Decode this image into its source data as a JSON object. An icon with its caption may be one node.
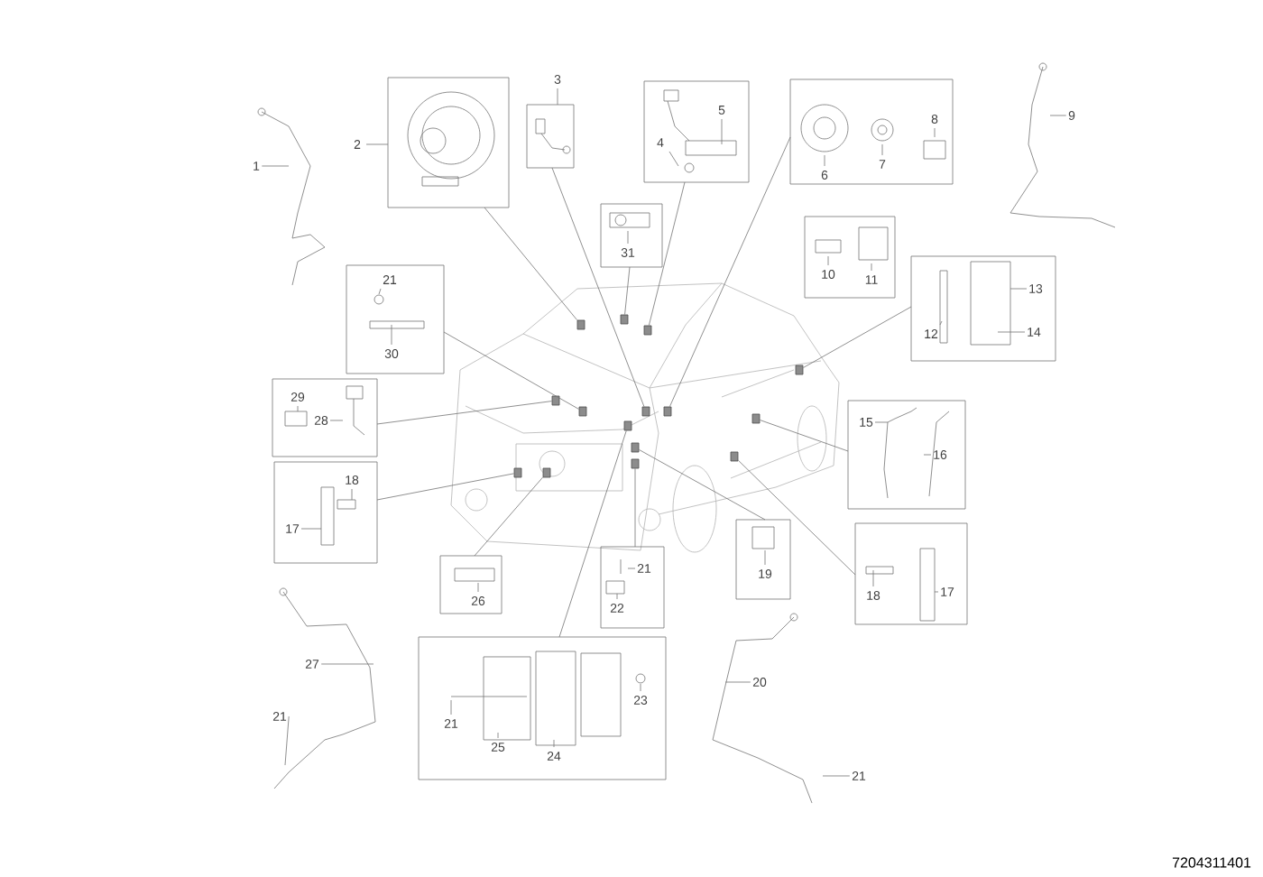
{
  "diagram": {
    "nodes": [
      {
        "text": [
          "1"
        ]
      },
      {
        "text": [
          "2"
        ]
      },
      {
        "text": [
          "3"
        ]
      },
      {
        "text": [
          "5",
          "4"
        ]
      },
      {
        "text": [
          "8",
          "6",
          "7"
        ]
      },
      {
        "text": [
          "9"
        ]
      },
      {
        "text": [
          "31"
        ]
      },
      {
        "text": [
          "21",
          "30"
        ]
      },
      {
        "text": [
          "10",
          "11"
        ]
      },
      {
        "text": [
          "13",
          "12",
          "14"
        ]
      },
      {
        "text": [
          "29",
          "28"
        ]
      },
      {
        "text": [
          "18",
          "17"
        ]
      },
      {
        "text": [
          "15",
          "16"
        ]
      },
      {
        "text": [
          "26"
        ]
      },
      {
        "text": [
          "21",
          "22"
        ]
      },
      {
        "text": [
          "19"
        ]
      },
      {
        "text": [
          "18",
          "17"
        ]
      },
      {
        "text": [
          "27"
        ]
      },
      {
        "text": [
          "23",
          "21",
          "25",
          "24"
        ]
      },
      {
        "text": [
          "20"
        ]
      },
      {
        "text": [
          "21"
        ]
      },
      {
        "text": [
          "21"
        ]
      },
      {
        "text": [],
        "shape": "box"
      },
      {
        "text": [],
        "shape": "box"
      },
      {
        "text": [],
        "shape": "box"
      },
      {
        "text": [],
        "shape": "box"
      },
      {
        "text": [],
        "shape": "box"
      },
      {
        "text": [],
        "shape": "box"
      },
      {
        "text": [],
        "shape": "box"
      },
      {
        "text": [],
        "shape": "box"
      },
      {
        "text": [],
        "shape": "box"
      },
      {
        "text": [],
        "shape": "box"
      },
      {
        "text": [],
        "shape": "box"
      },
      {
        "text": [],
        "shape": "box"
      },
      {
        "text": [],
        "shape": "box"
      },
      {
        "text": [],
        "shape": "box"
      },
      {
        "text": [],
        "shape": "box"
      }
    ],
    "edges": [
      {
        "from": 0,
        "to": null,
        "arrow": "none"
      },
      {
        "from": 1,
        "to": 25,
        "arrow": "none"
      },
      {
        "from": 2,
        "to": 31,
        "arrow": "none"
      },
      {
        "from": 3,
        "to": 32,
        "arrow": "none"
      },
      {
        "from": 4,
        "to": 33,
        "arrow": "none"
      },
      {
        "from": 5,
        "to": null,
        "arrow": "none"
      },
      {
        "from": 6,
        "to": 27,
        "arrow": "none"
      },
      {
        "from": 7,
        "to": 26,
        "arrow": "none"
      },
      {
        "from": 9,
        "to": 36,
        "arrow": "none"
      },
      {
        "from": 10,
        "to": 24,
        "arrow": "none"
      },
      {
        "from": 11,
        "to": 22,
        "arrow": "none"
      },
      {
        "from": 12,
        "to": 35,
        "arrow": "none"
      },
      {
        "from": 13,
        "to": 23,
        "arrow": "none"
      },
      {
        "from": 14,
        "to": 30,
        "arrow": "none"
      },
      {
        "from": 15,
        "to": 29,
        "arrow": "none"
      },
      {
        "from": 16,
        "to": 34,
        "arrow": "none"
      },
      {
        "from": 17,
        "to": null,
        "arrow": "none"
      },
      {
        "from": 18,
        "to": 28,
        "arrow": "none"
      },
      {
        "from": 19,
        "to": null,
        "arrow": "none"
      },
      {
        "from": 20,
        "to": null,
        "arrow": "none"
      },
      {
        "from": 21,
        "to": null,
        "arrow": "none"
      }
    ],
    "labels": [
      "7204311401"
    ]
  }
}
